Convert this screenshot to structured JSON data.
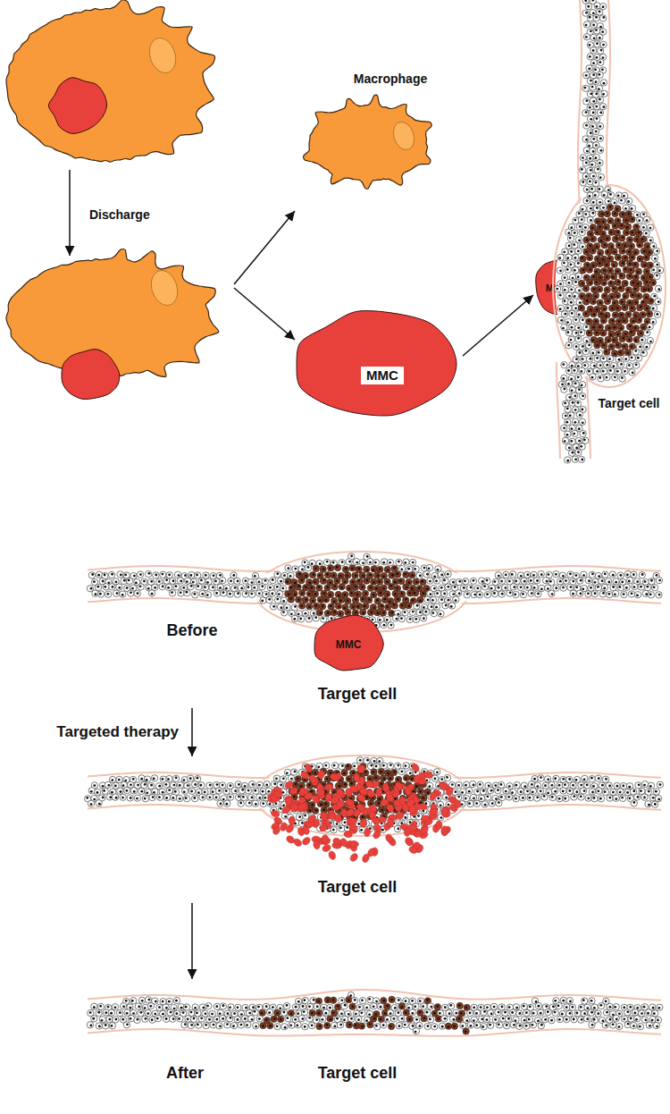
{
  "diagram": {
    "nodes": [
      {
        "text": [
          "Macrophage"
        ]
      },
      {
        "text": [
          "MMC"
        ]
      },
      {
        "text": [
          "MMC"
        ]
      },
      {
        "text": [
          "Target cell"
        ]
      },
      {
        "text": [
          "Target cell"
        ]
      },
      {
        "text": [
          "MMC"
        ]
      },
      {
        "text": [
          "Target cell"
        ]
      },
      {
        "text": [
          "Target cell"
        ]
      }
    ],
    "edges": [
      {
        "from": 1,
        "to": 2,
        "arrow": "to"
      },
      {
        "from": 4,
        "to": 6,
        "label": "Targeted therapy",
        "arrow": "to"
      },
      {
        "from": 6,
        "to": 7,
        "arrow": "to"
      }
    ],
    "labels": [
      "Discharge",
      "Before",
      "After"
    ]
  }
}
